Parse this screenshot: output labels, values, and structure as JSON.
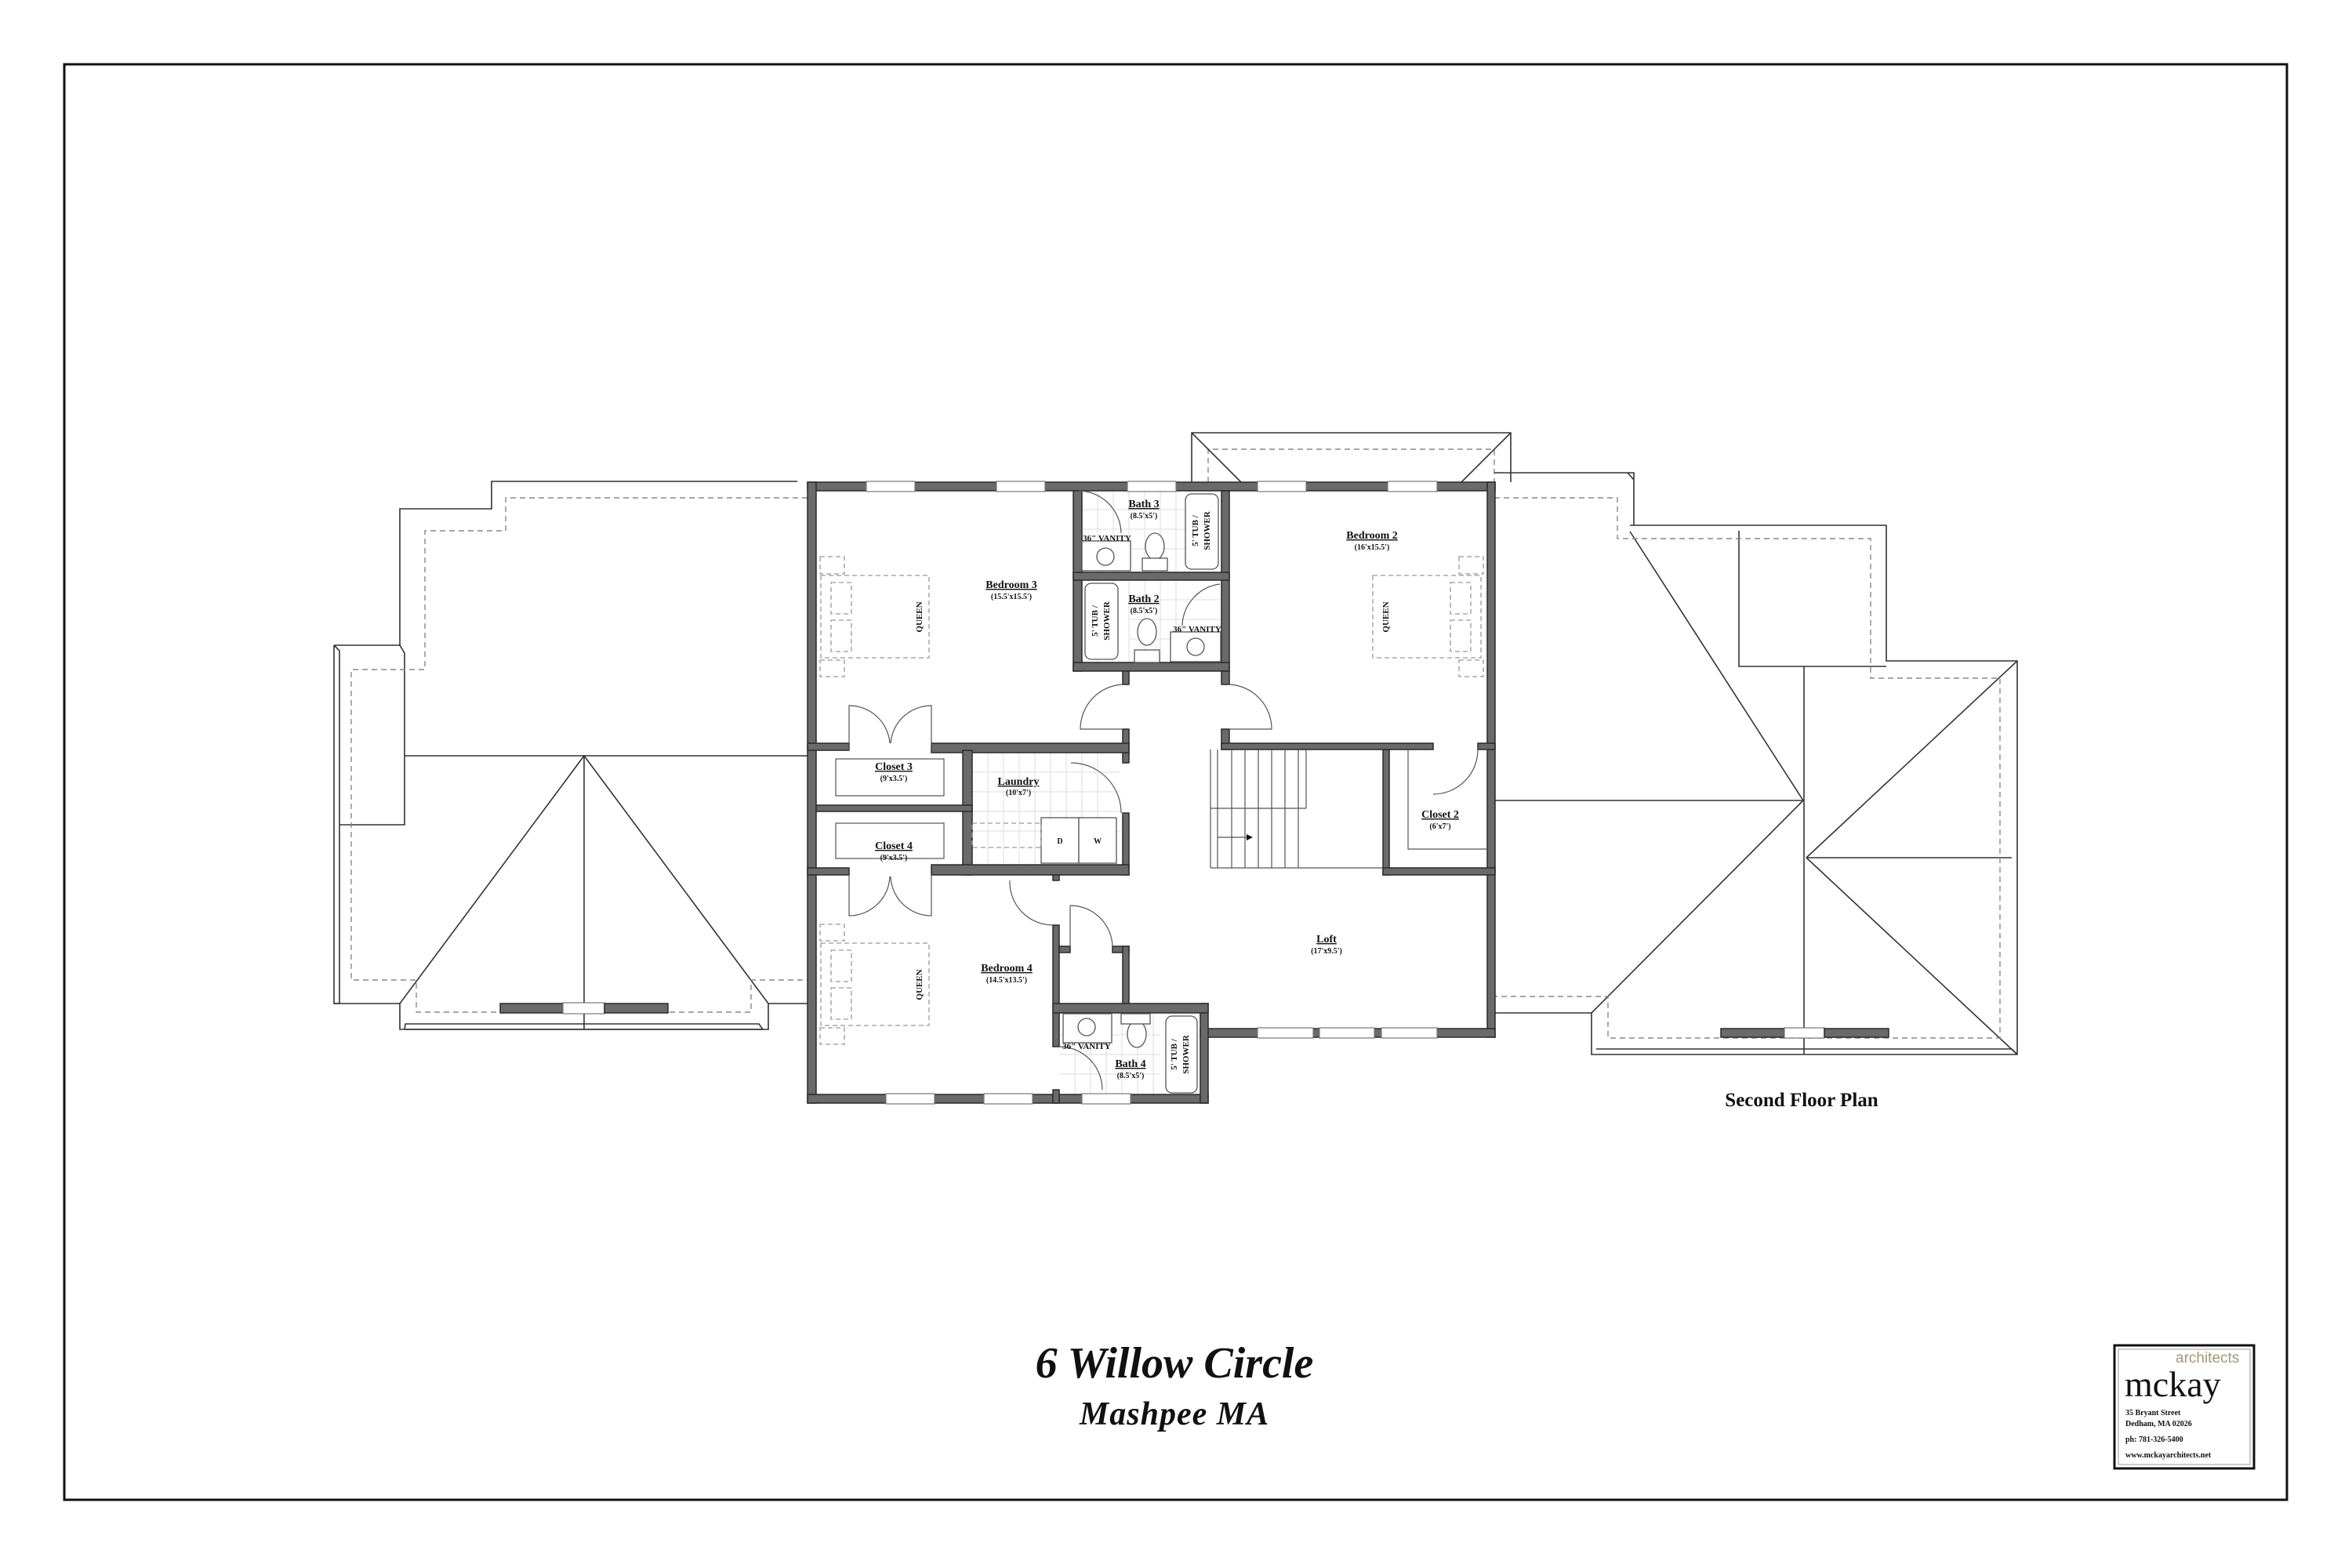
{
  "title": {
    "project": "6 Willow Circle",
    "location": "Mashpee  MA"
  },
  "sheet_label": "Second Floor Plan",
  "rooms": {
    "bedroom3": {
      "name": "Bedroom 3",
      "dims": "(15.5'x15.5')",
      "bed": "QUEEN"
    },
    "bath3": {
      "name": "Bath 3",
      "dims": "(8.5'x5')",
      "vanity": "36\" VANITY",
      "tub": [
        "5' TUB /",
        "SHOWER"
      ]
    },
    "bath2": {
      "name": "Bath 2",
      "dims": "(8.5'x5')",
      "vanity": "36\" VANITY",
      "tub": [
        "5' TUB /",
        "SHOWER"
      ]
    },
    "bedroom2": {
      "name": "Bedroom 2",
      "dims": "(16'x15.5')",
      "bed": "QUEEN"
    },
    "closet3": {
      "name": "Closet 3",
      "dims": "(9'x3.5')"
    },
    "laundry": {
      "name": "Laundry",
      "dims": "(10'x7')",
      "dryer": "D",
      "washer": "W"
    },
    "closet4": {
      "name": "Closet 4",
      "dims": "(9'x3.5')"
    },
    "closet2": {
      "name": "Closet 2",
      "dims": "(6'x7')"
    },
    "bedroom4": {
      "name": "Bedroom 4",
      "dims": "(14.5'x13.5')",
      "bed": "QUEEN"
    },
    "loft": {
      "name": "Loft",
      "dims": "(17'x9.5')"
    },
    "bath4": {
      "name": "Bath 4",
      "dims": "(8.5'x5')",
      "vanity": "36\" VANITY",
      "tub": [
        "5' TUB /",
        "SHOWER"
      ]
    }
  },
  "logo": {
    "brand": "mckay",
    "brand_suffix": "architects",
    "address1": "35 Bryant Street",
    "address2": "Dedham, MA 02026",
    "phone": "ph:  781-326-5400",
    "website": "www.mckayarchitects.net",
    "accent_color": "#a59a6e"
  }
}
